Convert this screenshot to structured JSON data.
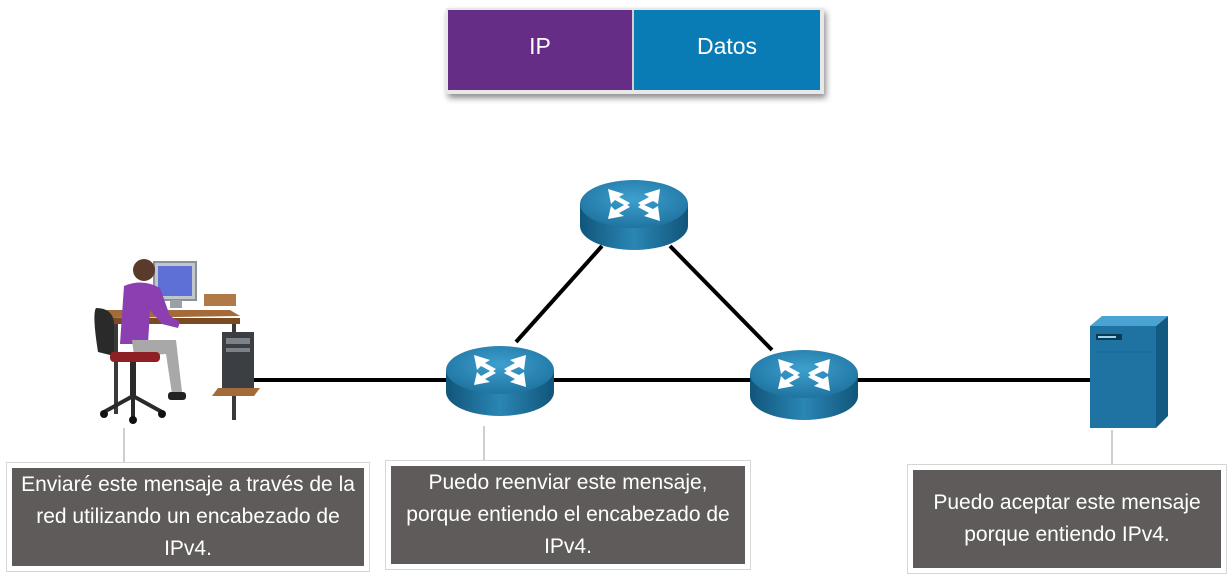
{
  "pdu": {
    "ip_label": "IP",
    "data_label": "Datos",
    "ip_color": "#652d86",
    "data_color": "#0a7cb5"
  },
  "callouts": {
    "pc": "Enviaré este mensaje a través de la red utilizando un encabezado de IPv4.",
    "router": "Puedo reenviar este mensaje, porque entiendo el encabezado de IPv4.",
    "server": "Puedo aceptar este mensaje porque entiendo IPv4."
  },
  "icons": {
    "user": "user-at-workstation-icon",
    "router": "router-icon",
    "server": "server-icon"
  },
  "colors": {
    "router": "#1e6a92",
    "server": "#1f73a3",
    "callout_bg": "#605b5b"
  }
}
